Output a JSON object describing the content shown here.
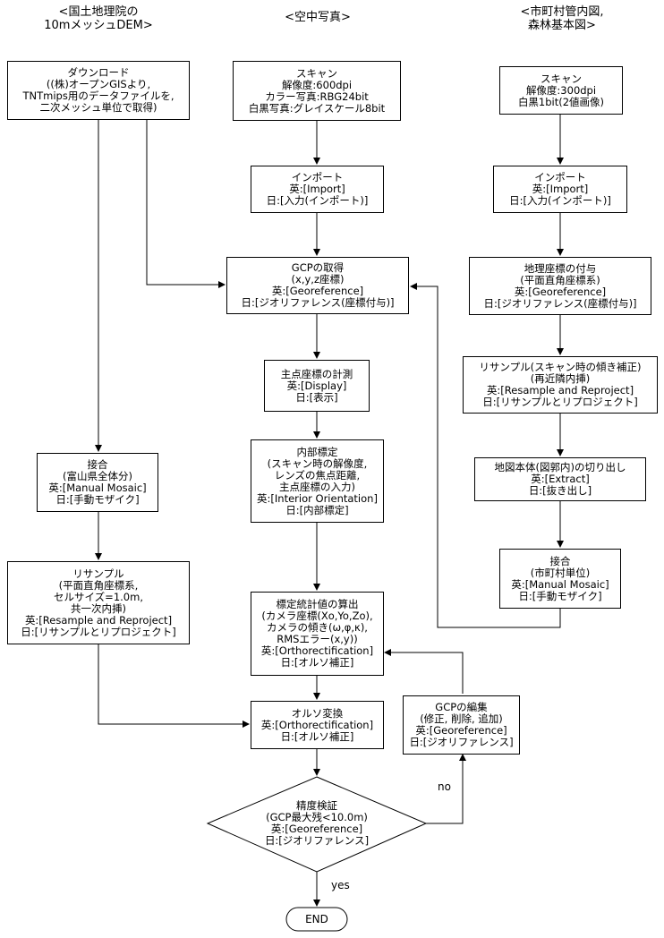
{
  "headers": {
    "dem": [
      "<国土地理院の",
      "10mメッシュDEM>"
    ],
    "aerial": [
      "<空中写真>"
    ],
    "map": [
      "<市町村管内図,",
      "森林基本図>"
    ]
  },
  "dem": {
    "download": [
      "ダウンロード",
      "((株)オープンGISより,",
      "TNTmips用のデータファイルを,",
      "二次メッシュ単位で取得)"
    ],
    "mosaic": [
      "接合",
      "(富山県全体分)",
      "英:[Manual Mosaic]",
      "日:[手動モザイク]"
    ],
    "resample": [
      "リサンプル",
      "(平面直角座標系,",
      "セルサイズ=1.0m,",
      "共一次内挿)",
      "英:[Resample and Reproject]",
      "日:[リサンプルとリプロジェクト]"
    ]
  },
  "aerial": {
    "scan": [
      "スキャン",
      "解像度:600dpi",
      "カラー写真:RBG24bit",
      "白黒写真:グレイスケール8bit"
    ],
    "import": [
      "インポート",
      "英:[Import]",
      "日:[入力(インポート)]"
    ],
    "gcp": [
      "GCPの取得",
      "(x,y,z座標)",
      "英:[Georeference]",
      "日:[ジオリファレンス(座標付与)]"
    ],
    "principal": [
      "主点座標の計測",
      "英:[Display]",
      "日:[表示]"
    ],
    "interior": [
      "内部標定",
      "(スキャン時の解像度,",
      "レンズの焦点距離,",
      "主点座標の入力)",
      "英:[Interior Orientation]",
      "日:[内部標定]"
    ],
    "elements": [
      "標定統計値の算出",
      "(カメラ座標(Xo,Yo,Zo),",
      "カメラの傾き(ω,φ,κ),",
      "RMSエラー(x,y))",
      "英:[Orthorectification]",
      "日:[オルソ補正]"
    ],
    "ortho": [
      "オルソ変換",
      "英:[Orthorectification]",
      "日:[オルソ補正]"
    ],
    "check": [
      "精度検証",
      "(GCP最大残<10.0m)",
      "英:[Georeference]",
      "日:[ジオリファレンス]"
    ],
    "edit": [
      "GCPの編集",
      "(修正, 削除, 追加)",
      "英:[Georeference]",
      "日:[ジオリファレンス]"
    ],
    "end": "END",
    "no_label": "no",
    "yes_label": "yes"
  },
  "map": {
    "scan": [
      "スキャン",
      "解像度:300dpi",
      "白黒1bit(2値画像)"
    ],
    "import": [
      "インポート",
      "英:[Import]",
      "日:[入力(インポート)]"
    ],
    "georef": [
      "地理座標の付与",
      "(平面直角座標系)",
      "英:[Georeference]",
      "日:[ジオリファレンス(座標付与)]"
    ],
    "resample": [
      "リサンプル(スキャン時の傾き補正)",
      "(再近隣内挿)",
      "英:[Resample and Reproject]",
      "日:[リサンプルとリプロジェクト]"
    ],
    "extract": [
      "地図本体(図郭内)の切り出し",
      "英:[Extract]",
      "日:[抜き出し]"
    ],
    "mosaic": [
      "接合",
      "(市町村単位)",
      "英:[Manual Mosaic]",
      "日:[手動モザイク]"
    ]
  }
}
